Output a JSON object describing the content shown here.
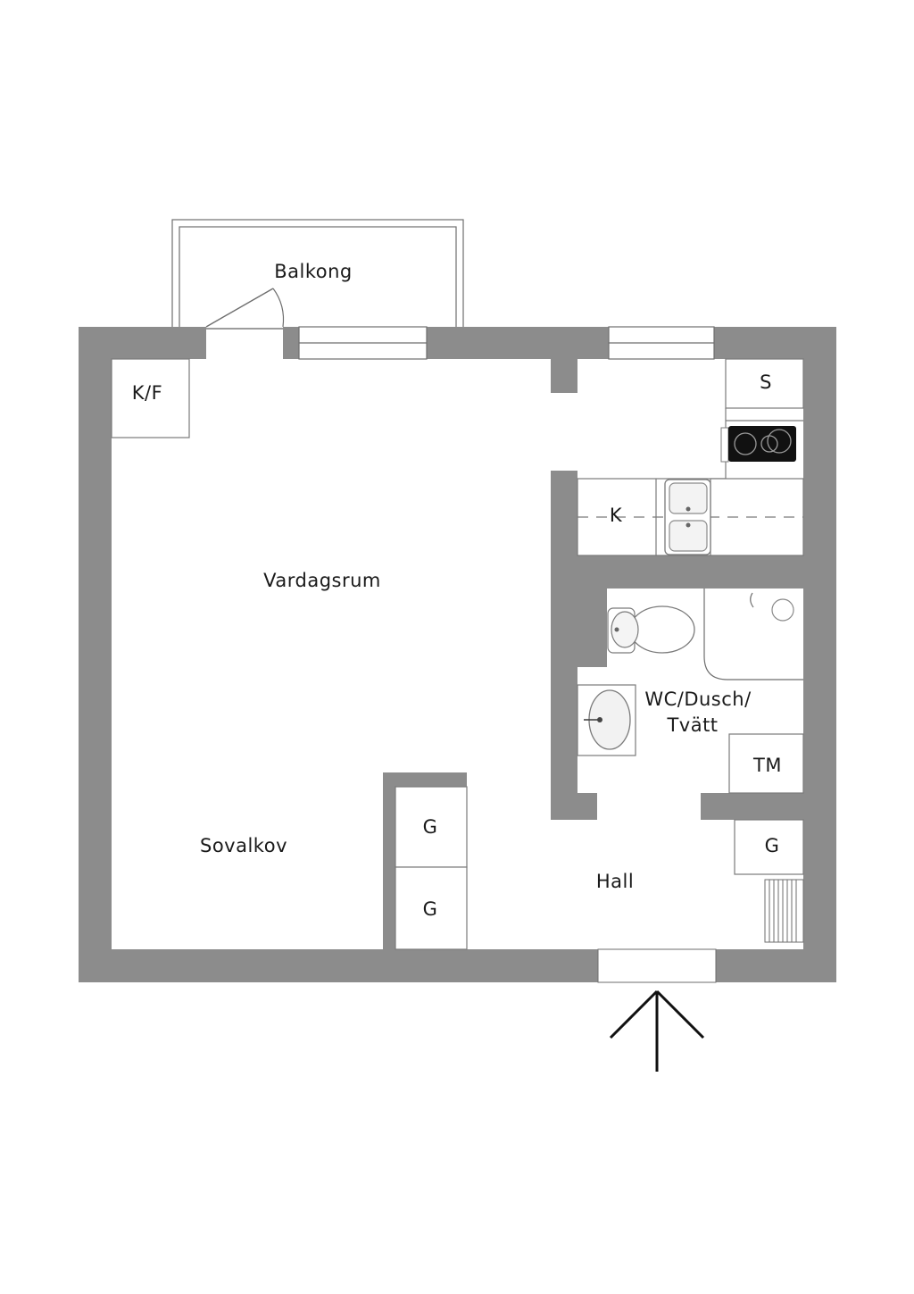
{
  "labels": {
    "balcony": "Balkong",
    "fridge_freezer": "K/F",
    "wardrobe_top_right": "S",
    "kitchen": "K",
    "living_room": "Vardagsrum",
    "bathroom_line1": "WC/Dusch/",
    "bathroom_line2": "Tvätt",
    "washing_machine": "TM",
    "sleeping_alcove": "Sovalkov",
    "closet_1": "G",
    "closet_2": "G",
    "closet_3": "G",
    "hall": "Hall"
  },
  "colors": {
    "wall": "#8c8c8c",
    "background": "#ffffff",
    "stove": "#111111"
  },
  "icons": {
    "entrance": "arrow-up-icon",
    "stove": "stove-icon",
    "sink": "sink-icon",
    "toilet": "toilet-icon",
    "basin": "washbasin-icon",
    "radiator": "radiator-icon"
  }
}
